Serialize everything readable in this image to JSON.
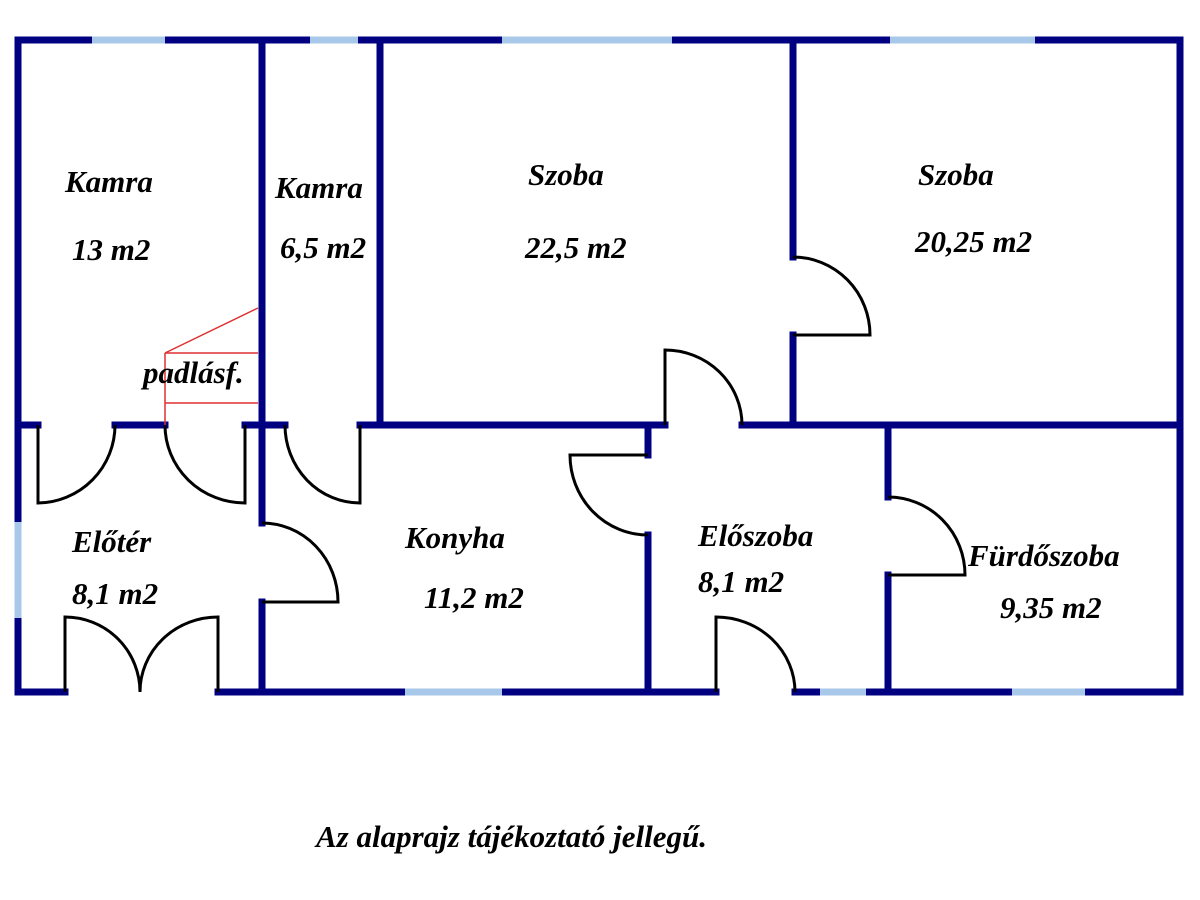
{
  "colors": {
    "wall": "#000080",
    "window": "#a8c8ea",
    "door": "#000000",
    "stair": "#e03030"
  },
  "rooms": [
    {
      "name": "Kamra",
      "area": "13 m2"
    },
    {
      "name": "Kamra",
      "area": "6,5 m2"
    },
    {
      "name": "Szoba",
      "area": "22,5 m2"
    },
    {
      "name": "Szoba",
      "area": "20,25 m2"
    },
    {
      "name": "Előtér",
      "area": "8,1 m2"
    },
    {
      "name": "Konyha",
      "area": "11,2 m2"
    },
    {
      "name": "Előszoba",
      "area": "8,1 m2"
    },
    {
      "name": "Fürdőszoba",
      "area": "9,35 m2"
    }
  ],
  "stair_label": "padlásf.",
  "footnote": "Az alaprajz tájékoztató jellegű."
}
